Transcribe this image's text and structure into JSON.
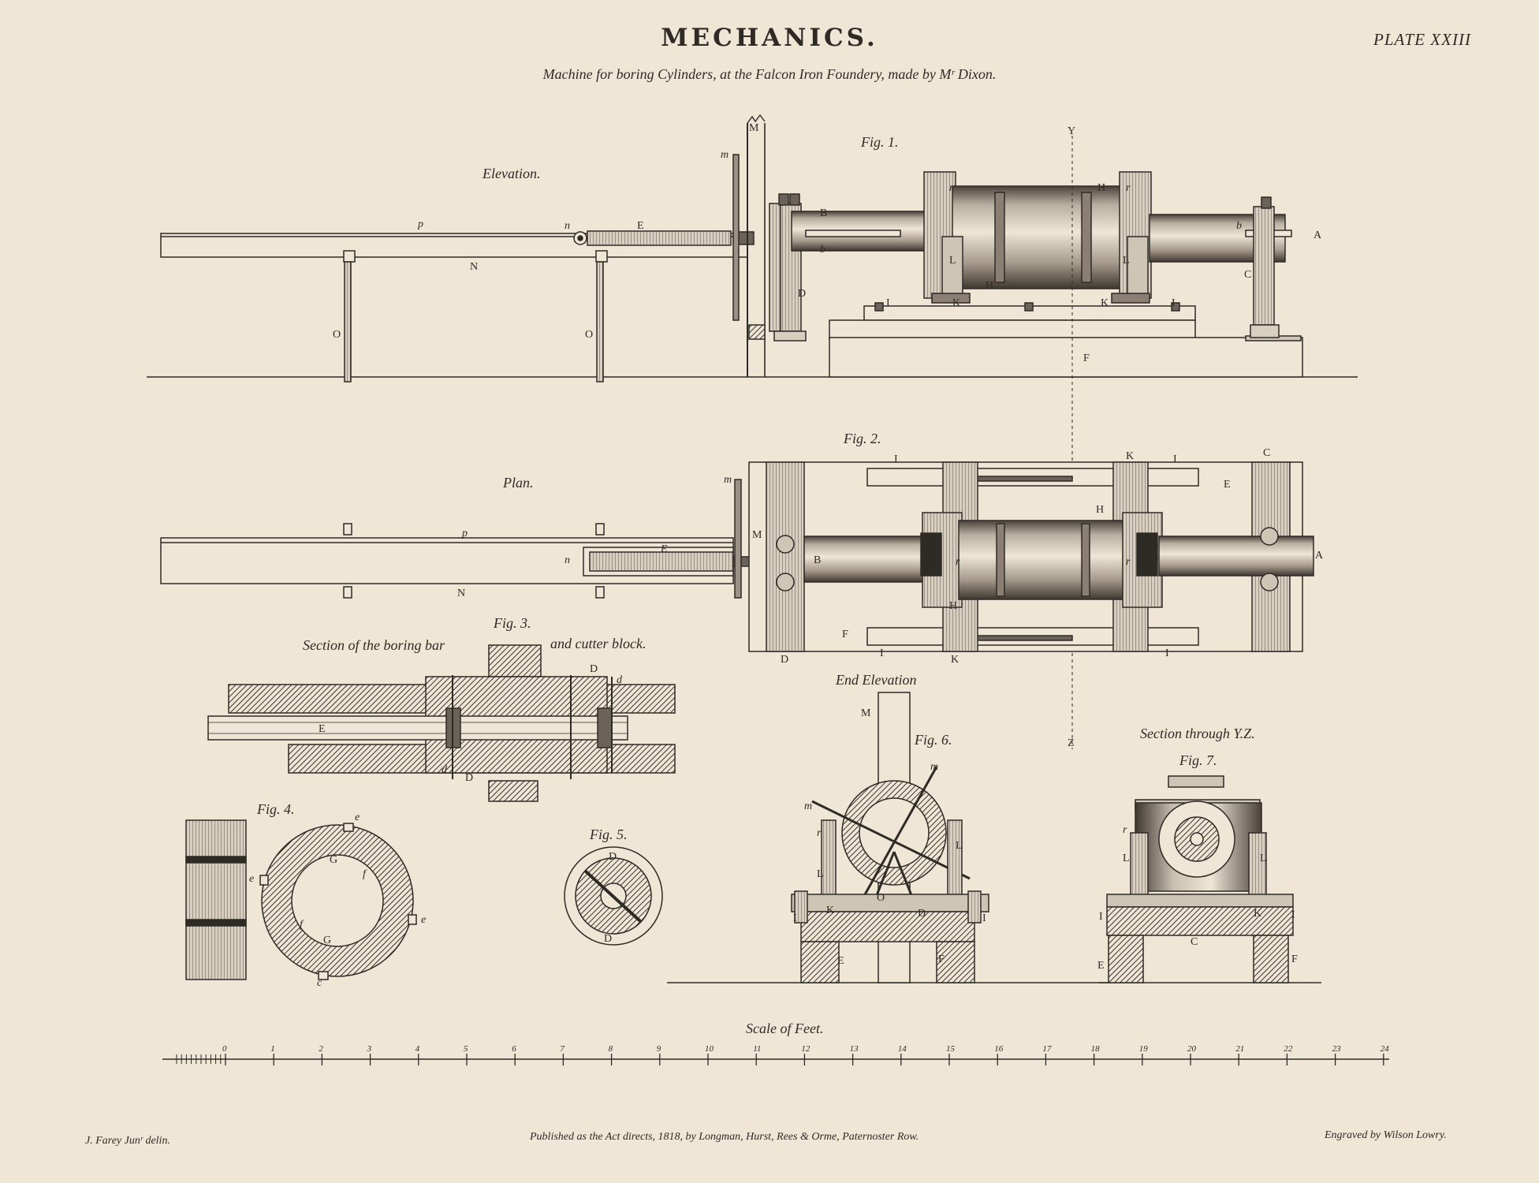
{
  "title": "MECHANICS.",
  "plate_number": "PLATE XXIII",
  "subtitle": "Machine for boring Cylinders, at the Falcon Iron Foundery, made by Mʳ Dixon.",
  "figures": {
    "fig1": "Fig. 1.",
    "elevation": "Elevation.",
    "fig2": "Fig. 2.",
    "plan": "Plan.",
    "fig3": "Fig. 3.",
    "fig3_caption_a": "Section of the boring bar",
    "fig3_caption_b": "and cutter block.",
    "fig4": "Fig. 4.",
    "fig5": "Fig. 5.",
    "end_elevation": "End Elevation",
    "fig6": "Fig. 6.",
    "section_yz": "Section through Y.Z.",
    "fig7": "Fig. 7."
  },
  "scale": {
    "title": "Scale of Feet.",
    "ticks": [
      "0",
      "1",
      "2",
      "3",
      "4",
      "5",
      "6",
      "7",
      "8",
      "9",
      "10",
      "11",
      "12",
      "13",
      "14",
      "15",
      "16",
      "17",
      "18",
      "19",
      "20",
      "21",
      "22",
      "23",
      "24"
    ]
  },
  "credits": {
    "left": "J. Farey Junʳ delin.",
    "middle": "Published as the Act directs, 1818, by Longman, Hurst, Rees & Orme, Paternoster Row.",
    "right": "Engraved by Wilson Lowry."
  },
  "letters": {
    "M": "M",
    "m": "m",
    "Y": "Y",
    "Z": "Z",
    "A": "A",
    "B": "B",
    "b": "b",
    "C": "C",
    "D": "D",
    "d": "d",
    "E": "E",
    "F": "F",
    "H": "H",
    "I": "I",
    "K": "K",
    "L": "L",
    "N": "N",
    "n": "n",
    "O": "O",
    "p": "p",
    "r": "r",
    "G": "G",
    "e": "e",
    "f": "f",
    "c": "c"
  },
  "colors": {
    "paper": "#efe6d6",
    "ink": "#2e2a26",
    "shade": "#6b6259"
  }
}
